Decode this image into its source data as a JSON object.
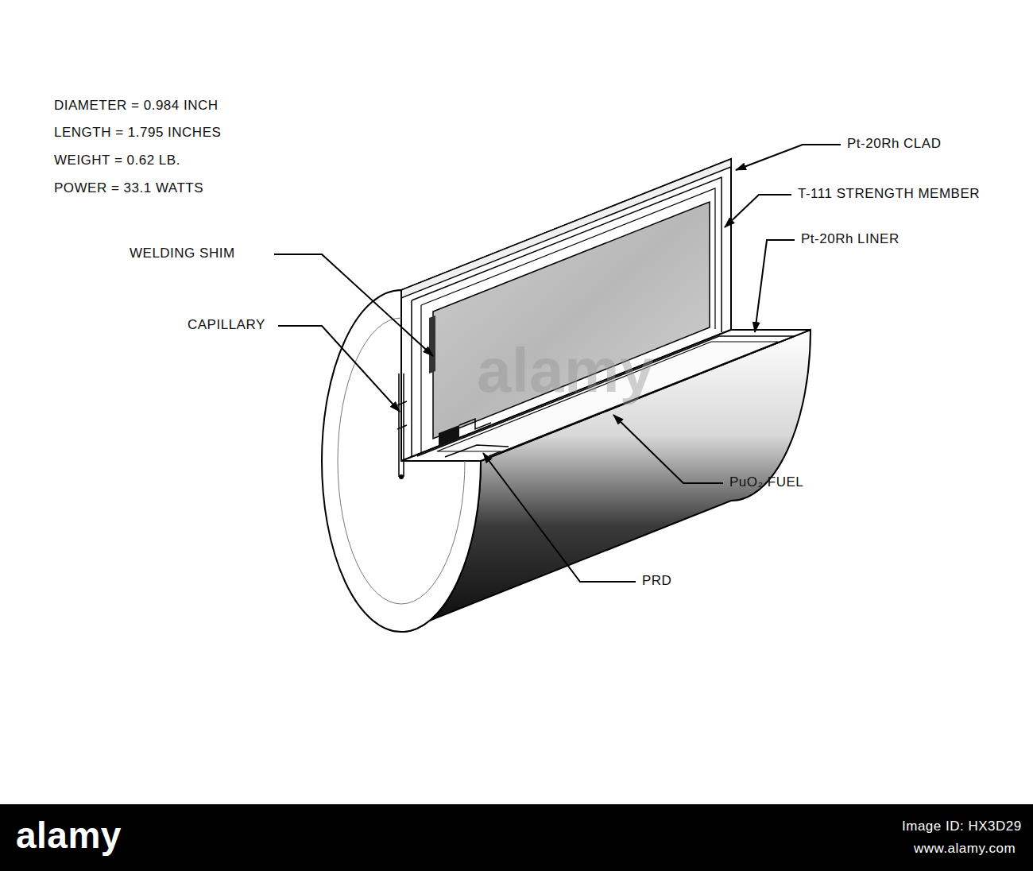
{
  "diagram": {
    "labels": [
      "DIAMETER = 0.984 INCH",
      "LENGTH = 1.795 INCHES",
      "WEIGHT = 0.62 LB.",
      "POWER = 33.1 WATTS",
      "WELDING SHIM",
      "CAPILLARY",
      "Pt-20Rh CLAD",
      "T-111 STRENGTH MEMBER",
      "Pt-20Rh LINER",
      "PuO₂ FUEL",
      "PRD",
      "alamy",
      "alamy",
      "Image ID: HX3D29",
      "www.alamy.com"
    ]
  }
}
